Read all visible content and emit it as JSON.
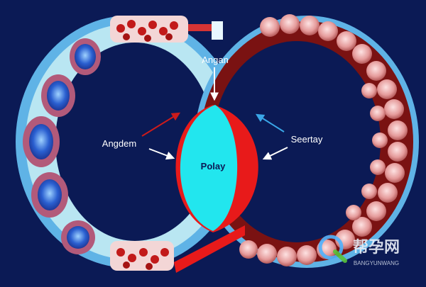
{
  "diagram": {
    "labels": {
      "top": "Angan",
      "left": "Angdem",
      "right": "Seertay",
      "center": "Polay"
    },
    "colors": {
      "background": "#0b1a55",
      "left_ring_outer": "#5fb3e6",
      "left_ring_inner": "#b9e6f2",
      "right_ring_dark": "#7a1212",
      "right_ring_cells": "#e9a7a7",
      "center_fill": "#22e6ee",
      "center_crescent": "#e81a1a",
      "arrow_white": "#ffffff",
      "arrow_red": "#cc1b1b",
      "arrow_blue": "#3aa7e8"
    },
    "icons": [
      "left-arc-blue-cells",
      "right-arc-red-cells",
      "red-blood-cluster-top",
      "red-blood-cluster-bottom",
      "center-lens-shape",
      "white-arrow",
      "red-arrow",
      "blue-arrow"
    ],
    "watermark": {
      "main": "帮孕网",
      "sub": "BANGYUNWANG"
    }
  }
}
